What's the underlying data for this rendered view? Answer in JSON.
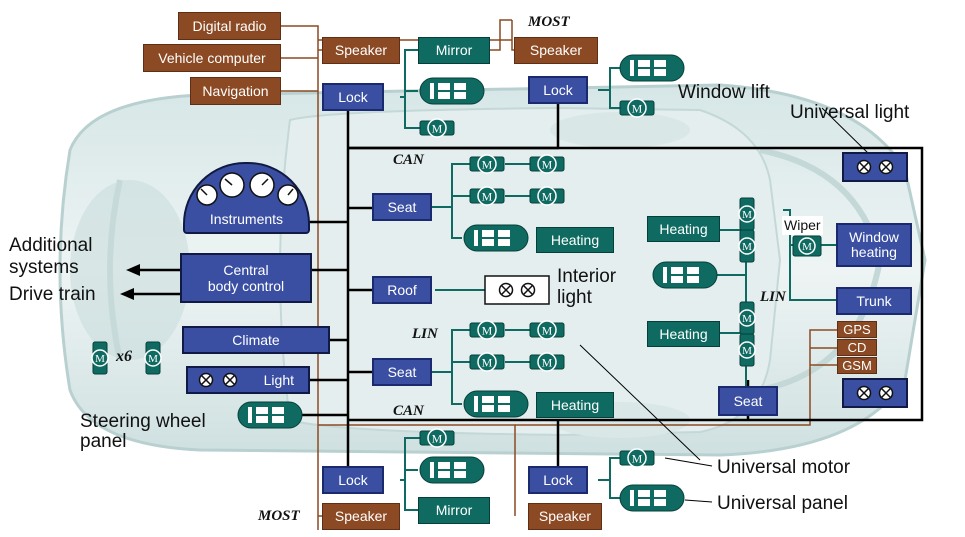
{
  "labels": {
    "digital_radio": "Digital radio",
    "vehicle_computer": "Vehicle computer",
    "navigation": "Navigation",
    "speaker": "Speaker",
    "mirror": "Mirror",
    "lock": "Lock",
    "window_lift": "Window lift",
    "universal_light": "Universal light",
    "instruments": "Instruments",
    "seat": "Seat",
    "heating": "Heating",
    "additional_systems": "Additional\nsystems",
    "drive_train": "Drive train",
    "central_body_control": "Central\nbody control",
    "roof": "Roof",
    "interior_light": "Interior\nlight",
    "climate": "Climate",
    "light": "Light",
    "x6": "x6",
    "steering_wheel_panel": "Steering wheel\npanel",
    "wiper": "Wiper",
    "window_heating": "Window\nheating",
    "trunk": "Trunk",
    "gps": "GPS",
    "cd": "CD",
    "gsm": "GSM",
    "universal_motor": "Universal motor",
    "universal_panel": "Universal panel",
    "motor_glyph": "M"
  },
  "buses": {
    "most": "MOST",
    "can": "CAN",
    "lin": "LIN"
  },
  "colors": {
    "most_bus": "#8b4a23",
    "can_bus": "#000000",
    "lin_bus": "#0f6b62",
    "ecu": "#3a4fa2",
    "actuator": "#0f6b62",
    "infotainment": "#8b4a23"
  }
}
